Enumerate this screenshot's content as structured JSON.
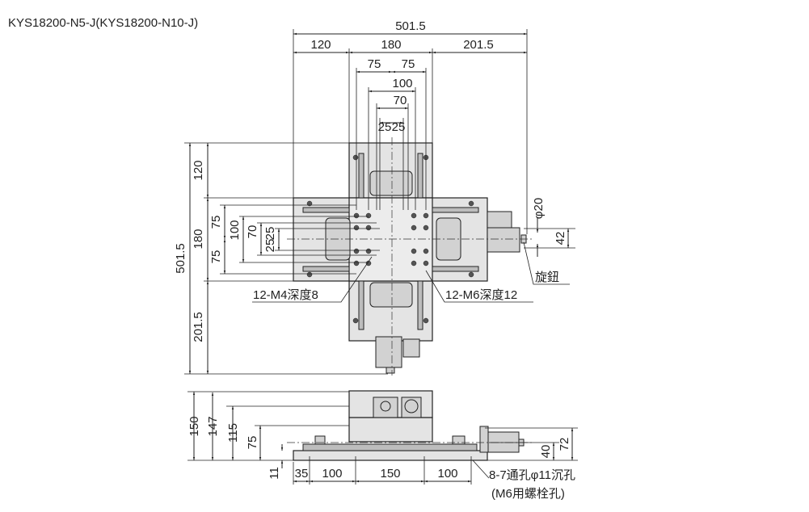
{
  "title": "KYS18200-N5-J(KYS18200-N10-J)",
  "top_view": {
    "dims_top": {
      "overall": "501.5",
      "left": "120",
      "middle": "180",
      "right": "201.5",
      "half_a": "75",
      "half_b": "75",
      "d100": "100",
      "d70": "70",
      "q_a": "25",
      "q_b": "25"
    },
    "dims_left": {
      "overall": "501.5",
      "top": "120",
      "middle": "180",
      "bottom": "201.5",
      "half_a": "75",
      "half_b": "75",
      "d100": "100",
      "d70": "70",
      "q_a": "25",
      "q_b": "25"
    },
    "dims_right": {
      "phi": "φ20",
      "d42": "42"
    },
    "labels": {
      "m4": "12-M4深度8",
      "m6": "12-M6深度12",
      "knob": "旋鈕"
    }
  },
  "side_view": {
    "dims_left": {
      "d150": "150",
      "d147": "147",
      "d115": "115",
      "d75": "75",
      "d11": "11"
    },
    "dims_bottom": {
      "d35": "35",
      "d100a": "100",
      "d150": "150",
      "d100b": "100"
    },
    "dims_right": {
      "d40": "40",
      "d72": "72"
    },
    "labels": {
      "holes": "8-7通孔φ11沉孔",
      "bolt": "(M6用螺栓孔)"
    }
  }
}
